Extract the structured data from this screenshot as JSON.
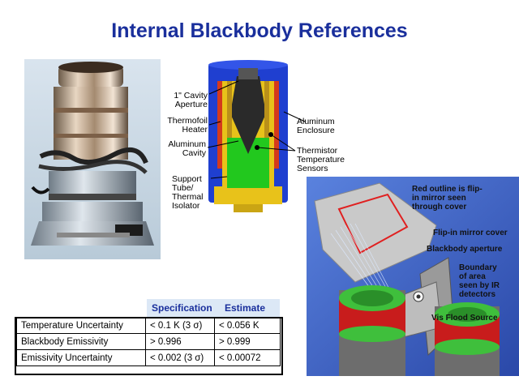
{
  "title": "Internal Blackbody References",
  "diagram_labels": {
    "cavity_aperture": "1\" Cavity\nAperture",
    "thermofoil_heater": "Thermofoil\nHeater",
    "aluminum_cavity": "Aluminum\nCavity",
    "support_tube": "Support\nTube/\nThermal\nIsolator",
    "aluminum_enclosure": "Aluminum\nEnclosure",
    "thermistor": "Thermistor\nTemperature\nSensors"
  },
  "render_labels": {
    "red_outline": "Red outline is flip-\nin mirror seen\nthrough cover",
    "flip_in_mirror": "Flip-in mirror cover",
    "blackbody_aperture": "Blackbody aperture",
    "boundary": "Boundary\nof area\nseen by IR\ndetectors",
    "vis_flood": "Vis Flood Source"
  },
  "table": {
    "headers": [
      "Specification",
      "Estimate"
    ],
    "rows": [
      {
        "label": "Temperature Uncertainty",
        "spec": "< 0.1 K (3 σ)",
        "estimate": "< 0.056 K"
      },
      {
        "label": "Blackbody Emissivity",
        "spec": "> 0.996",
        "estimate": "> 0.999"
      },
      {
        "label": "Emissivity Uncertainty",
        "spec": "< 0.002 (3 σ)",
        "estimate": "< 0.00072"
      }
    ]
  },
  "colors": {
    "title": "#1a2f9c",
    "enclosure_blue": "#1f3fd0",
    "heater_red": "#d43a1c",
    "cavity_green": "#22c81e",
    "support_yellow": "#e8c21a",
    "render_background": "#3a63c9"
  }
}
